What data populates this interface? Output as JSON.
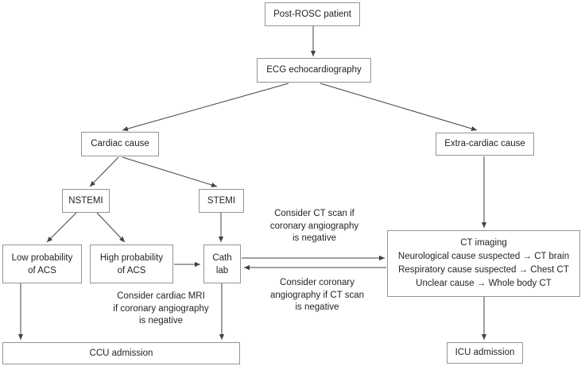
{
  "flowchart": {
    "nodes": {
      "post_rosc": "Post-ROSC patient",
      "ecg": "ECG echocardiography",
      "cardiac_cause": "Cardiac cause",
      "extra_cardiac_cause": "Extra-cardiac cause",
      "nstemi": "NSTEMI",
      "stemi": "STEMI",
      "low_prob_acs": "Low probability\nof ACS",
      "high_prob_acs": "High probability\nof ACS",
      "cath_lab": "Cath\nlab",
      "ct_imaging": "CT imaging\nNeurological cause suspected → CT brain\nRespiratory cause suspected → Chest CT\nUnclear cause → Whole body CT",
      "ccu_admission": "CCU admission",
      "icu_admission": "ICU admission"
    },
    "annotations": {
      "ct_scan_note": "Consider CT scan if\ncoronary angiography\nis negative",
      "coronary_angio_note": "Consider coronary\nangiography if CT scan\nis negative",
      "cardiac_mri_note": "Consider cardiac MRI\nif coronary angiography\nis negative"
    },
    "colors": {
      "background": "#ffffff",
      "box_border": "#8f969b",
      "edge": "#3d4347",
      "text": "#1c2227"
    }
  }
}
